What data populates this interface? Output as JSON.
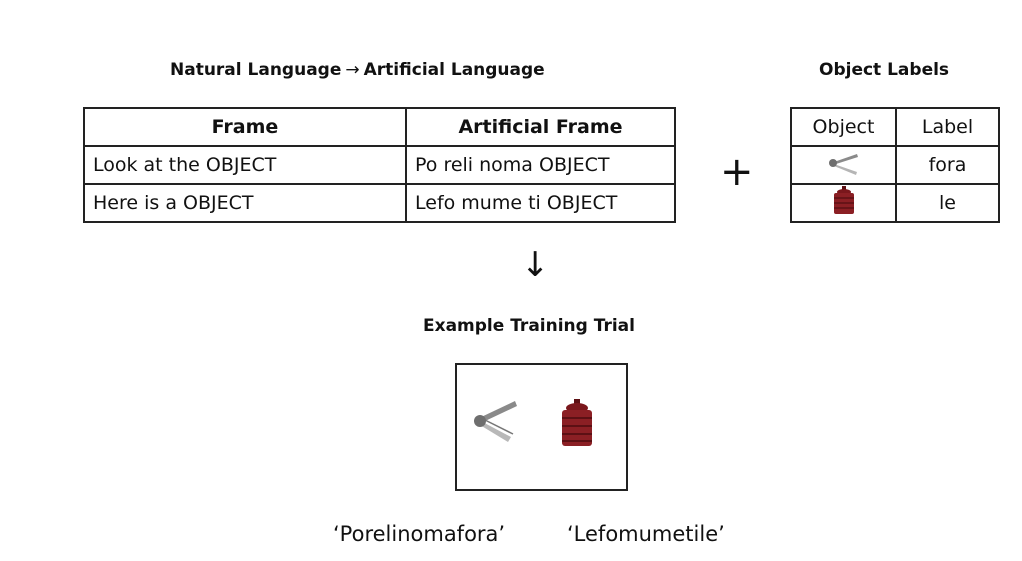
{
  "headings": {
    "natural_language": "Natural Language",
    "arrow": "→",
    "artificial_language": "Artificial Language",
    "object_labels": "Object Labels",
    "example_trial": "Example Training Trial"
  },
  "frames_table": {
    "headers": [
      "Frame",
      "Artificial Frame"
    ],
    "rows": [
      [
        "Look at the OBJECT",
        "Po reli noma OBJECT"
      ],
      [
        "Here is a OBJECT",
        "Lefo mume ti OBJECT"
      ]
    ]
  },
  "labels_table": {
    "headers": [
      "Object",
      "Label"
    ],
    "rows": [
      {
        "object_icon": "stapler-remover-icon",
        "label": "fora"
      },
      {
        "object_icon": "red-canister-icon",
        "label": "le"
      }
    ]
  },
  "operators": {
    "plus": "+",
    "down_arrow": "↓"
  },
  "utterances": [
    "‘Porelinomafora’",
    "‘Lefomumetile’"
  ],
  "colors": {
    "canister": "#8b1f24",
    "canister_dark": "#5c1014",
    "metal": "#9a9a9a"
  }
}
